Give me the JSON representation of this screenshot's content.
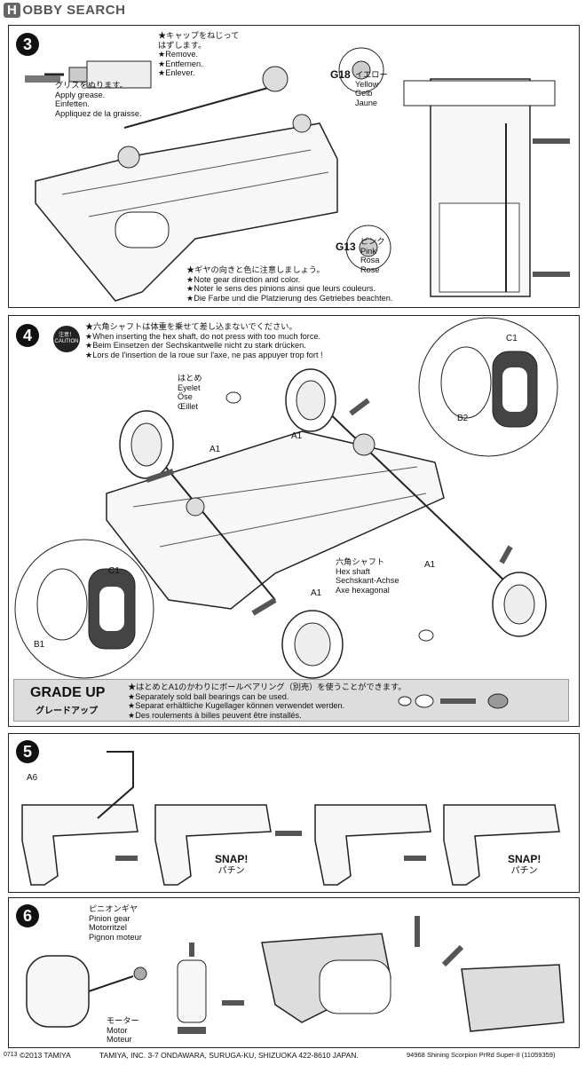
{
  "header": {
    "logo_badge": "H",
    "logo": "OBBY SEARCH"
  },
  "step3": {
    "number": "3",
    "cap_jp": "★キャップをねじって",
    "cap_jp2": "はずします。",
    "cap": [
      "★Remove.",
      "★Entfernen.",
      "★Enlever."
    ],
    "grease_jp": "グリスをぬります。",
    "grease": [
      "Apply grease.",
      "Einfetten.",
      "Appliquez de la graisse."
    ],
    "g18": "G18",
    "g18_jp": "イエロー",
    "g18_colors": [
      "Yellow",
      "Gelb",
      "Jaune"
    ],
    "g13": "G13",
    "g13_jp": "ピンク",
    "g13_colors": [
      "Pink",
      "Rosa",
      "Rose"
    ],
    "note": [
      "★ギヤの向きと色に注意しましょう。",
      "★Note gear direction and color.",
      "★Noter le sens des pinions ainsi que leurs couleurs.",
      "★Die Farbe und die Platzierung des Getriebes beachten."
    ]
  },
  "step4": {
    "number": "4",
    "caution_jp": "注意！",
    "caution_en": "CAUTION",
    "notes": [
      "★六角シャフトは体重を乗せて差し込まないでください。",
      "★When inserting the hex shaft, do not press with too much force.",
      "★Beim Einsetzen der Sechskantwelle nicht zu stark drücken.",
      "★Lors de l'insertion de la roue sur l'axe, ne pas appuyer trop fort !"
    ],
    "eyelet": [
      "はとめ",
      "Eyelet",
      "Öse",
      "Œillet"
    ],
    "a1": "A1",
    "b1": "B1",
    "b2": "B2",
    "c1": "C1",
    "hex": [
      "六角シャフト",
      "Hex shaft",
      "Sechskant-Achse",
      "Axe hexagonal"
    ]
  },
  "grade_up": {
    "title": "GRADE UP",
    "title_jp": "グレードアップ",
    "notes": [
      "★はとめとA1のかわりにボールベアリング（別売）を使うことができます。",
      "★Separately sold ball bearings can be used.",
      "★Separat erhältliche Kugellager können verwendet werden.",
      "★Des roulements à billes peuvent être installés."
    ]
  },
  "step5": {
    "number": "5",
    "a6": "A6",
    "snap": "SNAP!",
    "snap_jp": "パチン"
  },
  "step6": {
    "number": "6",
    "pinion": [
      "ピニオンギヤ",
      "Pinion gear",
      "Motorritzel",
      "Pignon moteur"
    ],
    "motor": [
      "モーター",
      "Motor",
      "Moteur"
    ]
  },
  "footer": {
    "code": "0713",
    "copyright": "©2013 TAMIYA",
    "address": "TAMIYA, INC. 3-7 ONDAWARA, SURUGA-KU, SHIZUOKA 422-8610 JAPAN.",
    "item": "94968 Shining Scorpion PrRd Super-II (11059359)"
  }
}
